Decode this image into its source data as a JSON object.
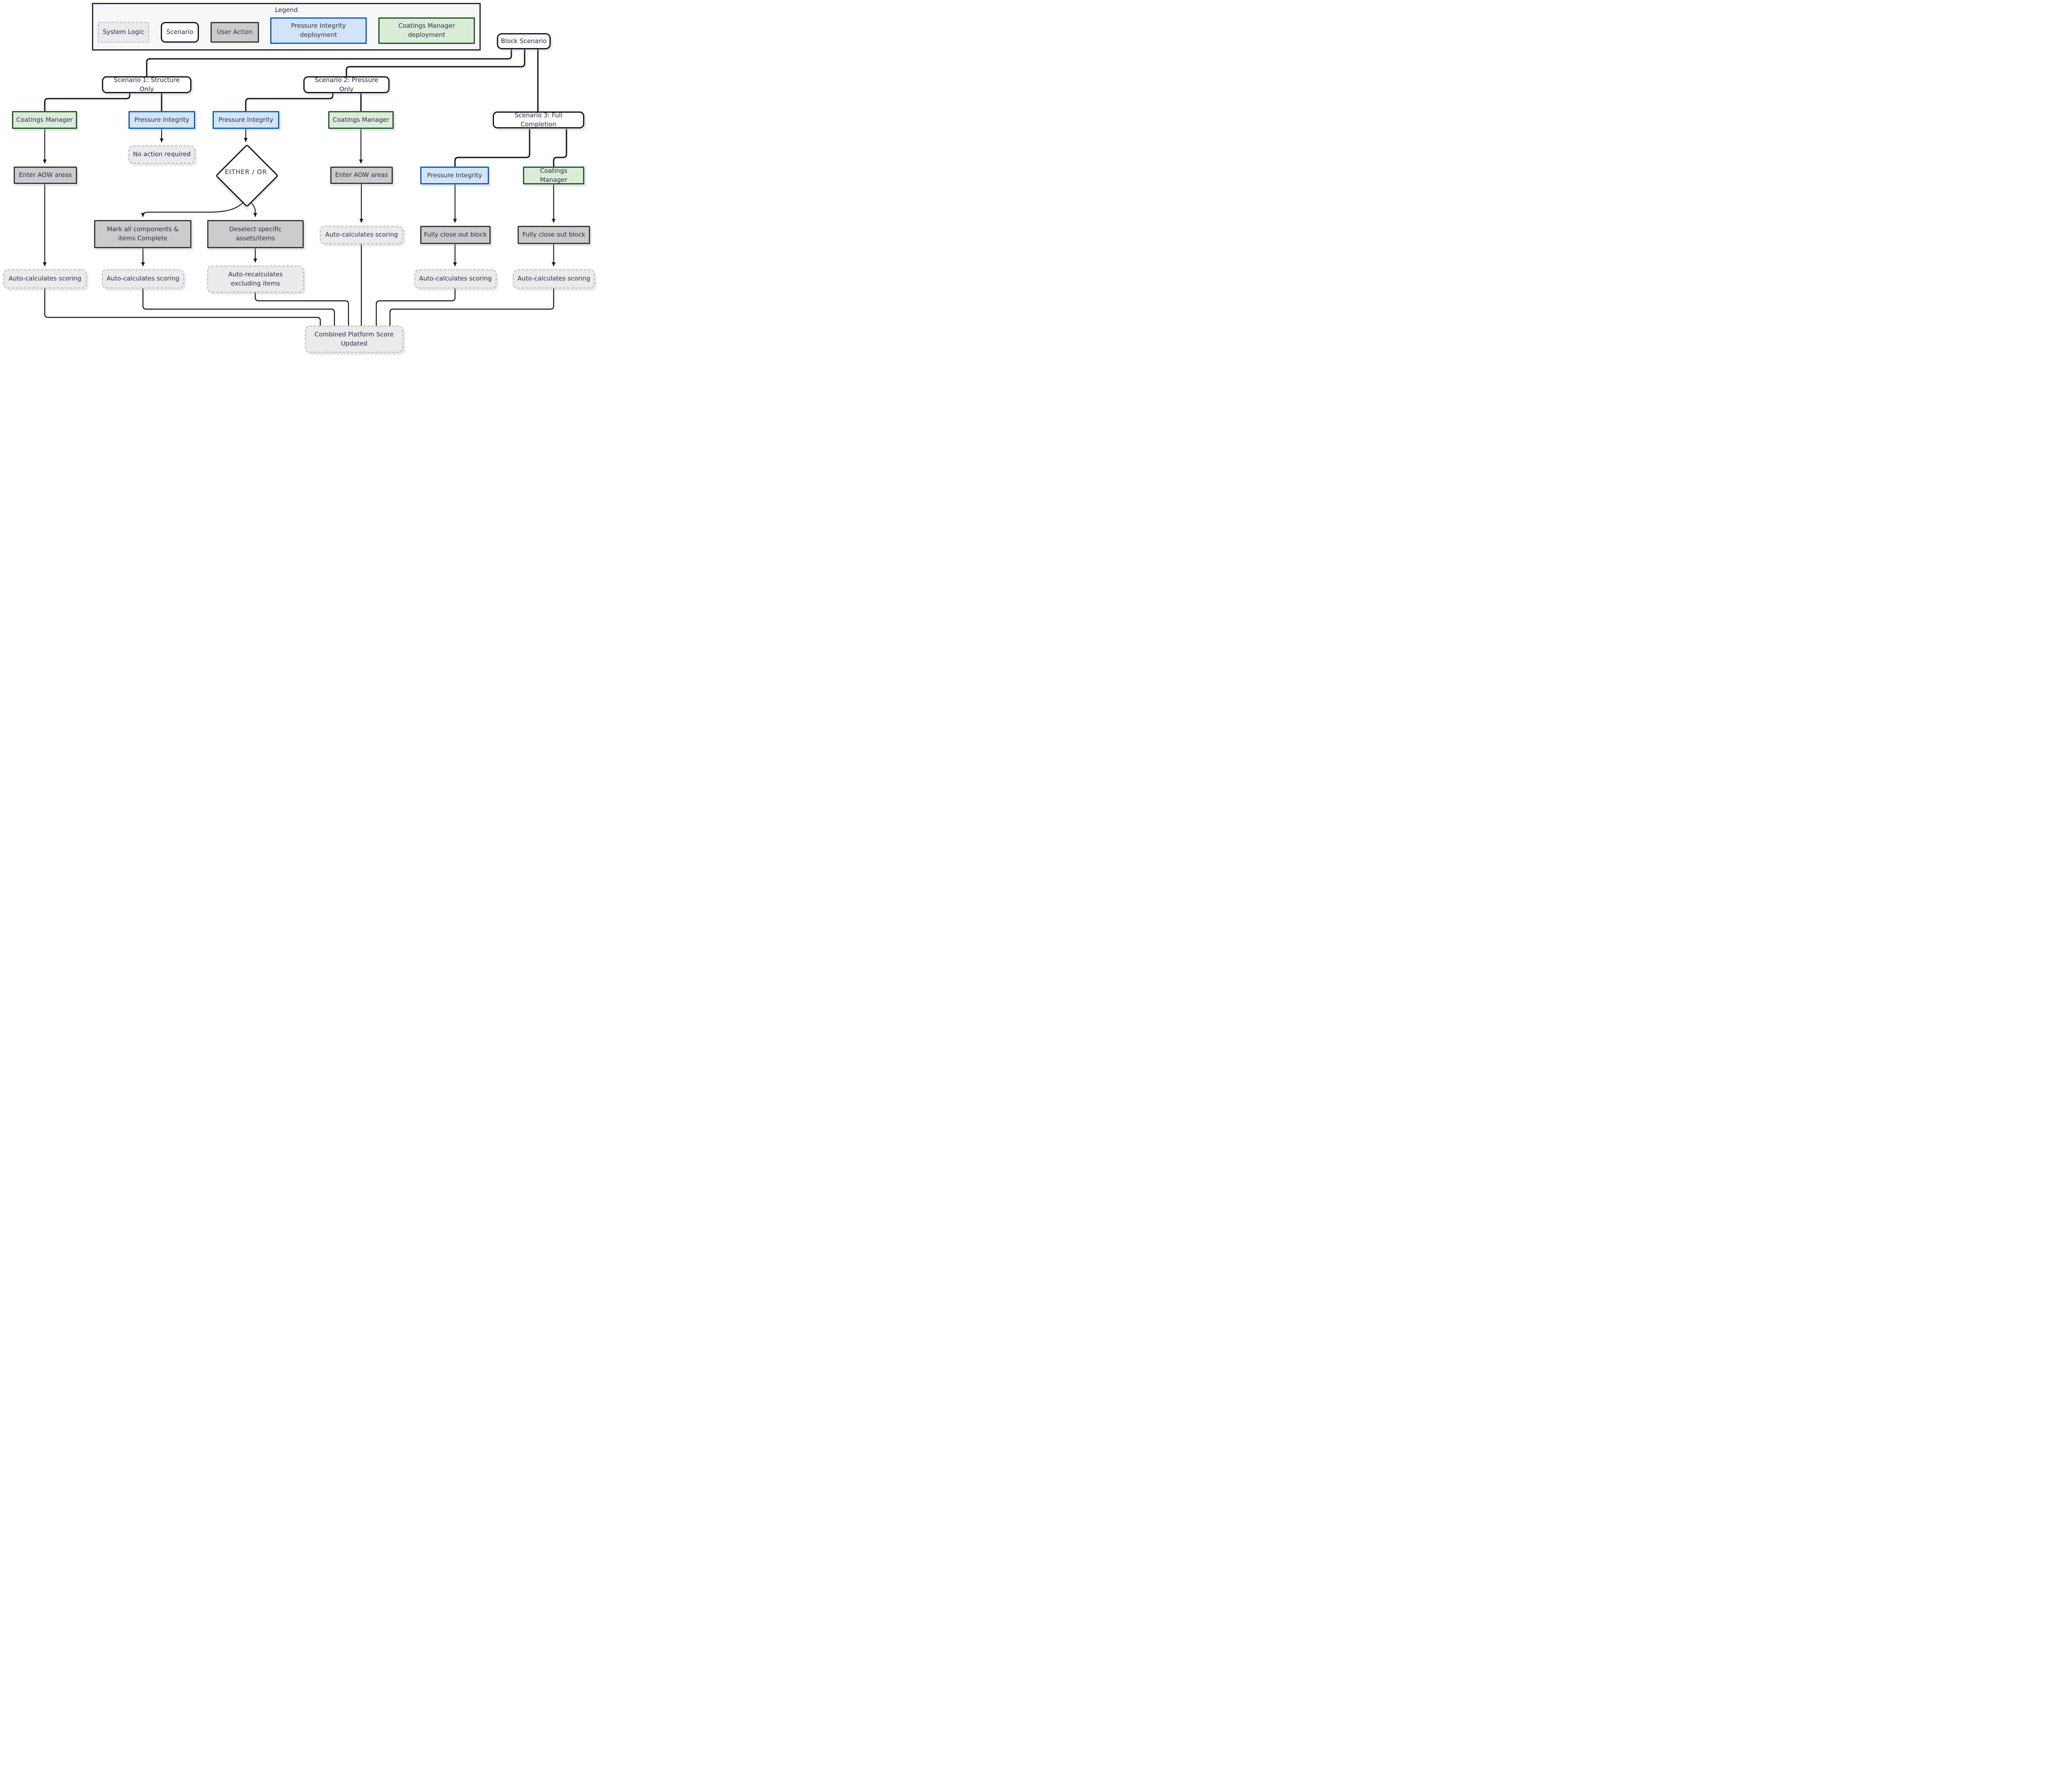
{
  "legend": {
    "title": "Legend",
    "items": [
      {
        "label": "System Logic",
        "type": "system-logic"
      },
      {
        "label": "Scenario",
        "type": "scenario"
      },
      {
        "label": "User Action",
        "type": "user-action"
      },
      {
        "label": "Pressure Integrity\ndeployment",
        "type": "pressure-integrity-deployment"
      },
      {
        "label": "Coatings Manager\ndeployment",
        "type": "coatings-manager-deployment"
      }
    ]
  },
  "nodes": {
    "block_scenario": {
      "label": "Block Scenario"
    },
    "scenario1": {
      "label": "Scenario 1: Structure Only"
    },
    "scenario2": {
      "label": "Scenario 2: Pressure Only"
    },
    "scenario3": {
      "label": "Scenario 3: Full Completion"
    },
    "s1_coatings_manager": {
      "label": "Coatings Manager"
    },
    "s1_pressure_integrity": {
      "label": "Pressure Integrity"
    },
    "s1_no_action": {
      "label": "No action required"
    },
    "s1_enter_aow": {
      "label": "Enter AOW areas"
    },
    "s1_auto_scoring_cm": {
      "label": "Auto-calculates scoring"
    },
    "s1_auto_scoring_mark": {
      "label": "Auto-calculates scoring"
    },
    "either_or": {
      "label": "EITHER / OR"
    },
    "mark_all": {
      "label": "Mark all components &\nitems Complete"
    },
    "deselect": {
      "label": "Deselect specific\nassets/items"
    },
    "auto_recalculates": {
      "label": "Auto-recalculates\nexcluding items"
    },
    "s2_pressure_integrity": {
      "label": "Pressure Integrity"
    },
    "s2_coatings_manager": {
      "label": "Coatings Manager"
    },
    "s2_enter_aow": {
      "label": "Enter AOW areas"
    },
    "s2_auto_scoring": {
      "label": "Auto-calculates scoring"
    },
    "s3_pressure_integrity": {
      "label": "Pressure Integrity"
    },
    "s3_coatings_manager": {
      "label": "Coatings Manager"
    },
    "s3_fully_close_pi": {
      "label": "Fully close out block"
    },
    "s3_fully_close_cm": {
      "label": "Fully close out block"
    },
    "s3_auto_scoring_pi": {
      "label": "Auto-calculates scoring"
    },
    "s3_auto_scoring_cm": {
      "label": "Auto-calculates scoring"
    },
    "combined_score": {
      "label": "Combined Platform Score\nUpdated"
    }
  },
  "colors": {
    "pressure_integrity_fill": "#d2e4fa",
    "pressure_integrity_border": "#0f5fc0",
    "coatings_manager_fill": "#daecd8",
    "coatings_manager_border": "#21582c",
    "user_action_fill": "#cbcbcb",
    "user_action_border": "#3a3a3a",
    "system_logic_fill": "#eaeaec",
    "system_logic_border": "#b9b9bd",
    "scenario_border": "#15151f",
    "edge": "#161621",
    "text": "#2e2e4c",
    "legend_background": "#f7f7fa"
  }
}
